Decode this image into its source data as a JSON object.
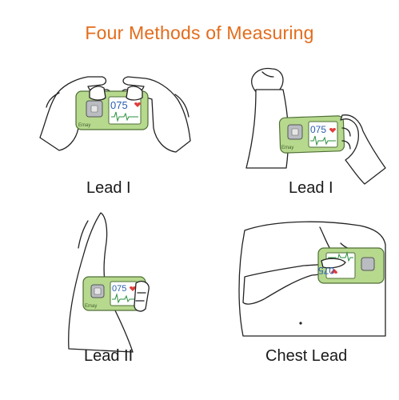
{
  "title": "Four Methods of Measuring",
  "device": {
    "brand": "Emay",
    "reading": "075",
    "body_color": "#b6d98e",
    "screen_color": "#ffffff",
    "heart_color": "#e23b3b",
    "wave_color": "#2a8f3e",
    "number_color": "#2a5db0"
  },
  "panels": [
    {
      "caption": "Lead I",
      "illustration": "two-hands-holding-device"
    },
    {
      "caption": "Lead I",
      "illustration": "device-on-wrist"
    },
    {
      "caption": "Lead II",
      "illustration": "device-on-knee"
    },
    {
      "caption": "Chest Lead",
      "illustration": "device-on-chest"
    }
  ],
  "title_color": "#e36c1c"
}
